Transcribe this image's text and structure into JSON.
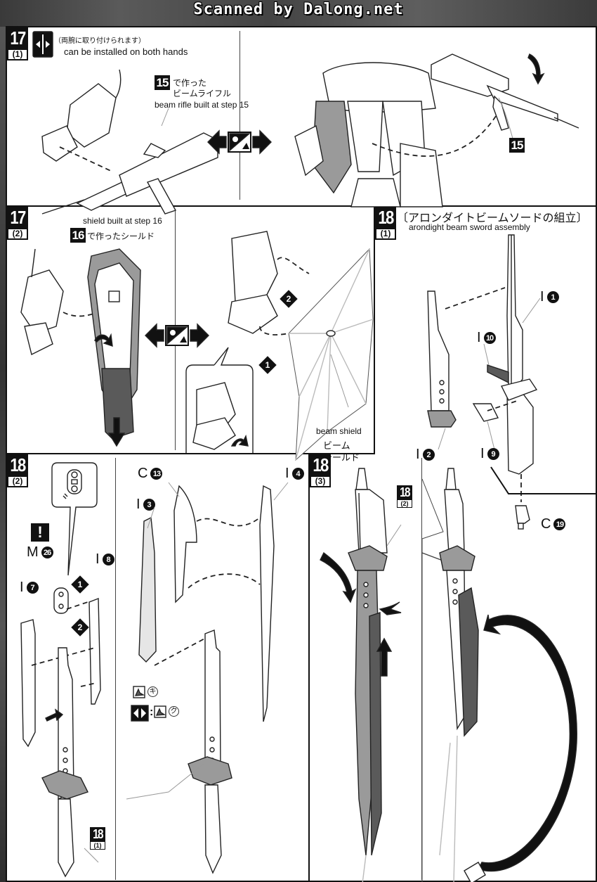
{
  "header": {
    "scan_credit": "Scanned by Dalong.net"
  },
  "steps": {
    "s17_1": {
      "number": "17",
      "sub": "(1)",
      "note_jp": "（両腕に取り付けられます）",
      "note_en": "can be installed on both hands",
      "ref_step": "15",
      "ref_jp_line1": "で作った",
      "ref_jp_line2": "ビームライフル",
      "ref_en": "beam rifle built at step 15",
      "ref_step_right": "15"
    },
    "s17_2": {
      "number": "17",
      "sub": "(2)",
      "ref_en": "shield built at step 16",
      "ref_step": "16",
      "ref_jp": "で作ったシールド",
      "beam_shield_en": "beam shield",
      "beam_shield_jp_line1": "ビーム",
      "beam_shield_jp_line2": "シールド",
      "order_1": "1",
      "order_2": "2"
    },
    "s18_1": {
      "number": "18",
      "sub": "(1)",
      "title_jp": "〔アロンダイトビームソードの組立〕",
      "title_en": "arondight beam sword assembly",
      "parts": [
        {
          "runner": "I",
          "num": "1"
        },
        {
          "runner": "I",
          "num": "10"
        },
        {
          "runner": "I",
          "num": "2"
        },
        {
          "runner": "I",
          "num": "9"
        },
        {
          "runner": "C",
          "num": "19"
        }
      ]
    },
    "s18_2": {
      "number": "18",
      "sub": "(2)",
      "warning_icon": "!",
      "parts": [
        {
          "runner": "M",
          "num": "26"
        },
        {
          "runner": "I",
          "num": "8"
        },
        {
          "runner": "I",
          "num": "7"
        },
        {
          "runner": "C",
          "num": "13"
        },
        {
          "runner": "I",
          "num": "3"
        },
        {
          "runner": "I",
          "num": "4"
        }
      ],
      "order_1": "1",
      "order_2": "2",
      "sticker_1": "キ",
      "sticker_2": "ク",
      "sticker_sep": ":",
      "ref_step": "18",
      "ref_sub": "(1)"
    },
    "s18_3": {
      "number": "18",
      "sub": "(3)",
      "ref_step": "18",
      "ref_sub": "(2)"
    }
  },
  "icons": {
    "both_hands": "both-hands-icon",
    "swap": "swap-left-right-icon",
    "warning": "warning-icon",
    "symmetric": "symmetric-icon"
  }
}
